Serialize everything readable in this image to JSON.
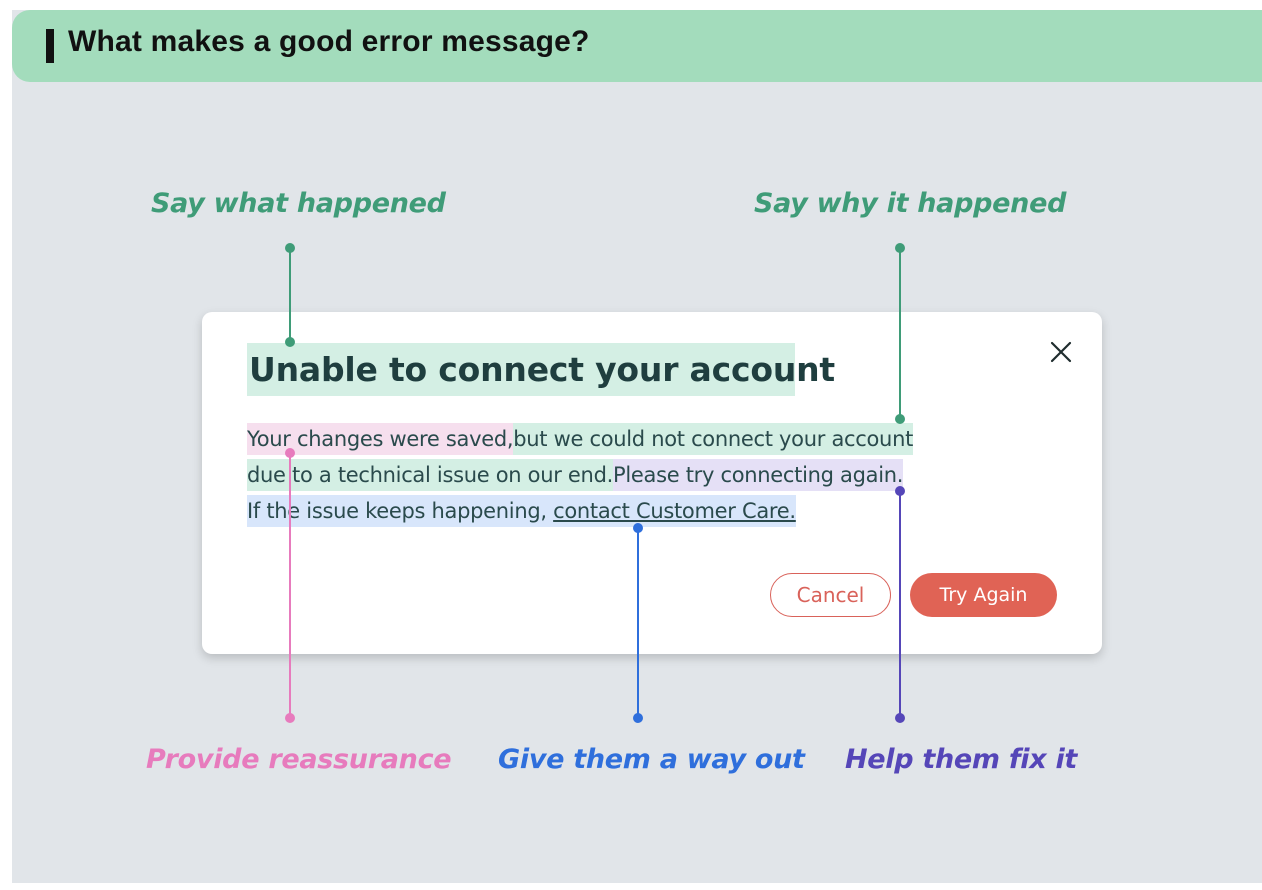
{
  "header": {
    "title": "What makes a good error message?"
  },
  "annotations": {
    "say_what": {
      "text": "Say what happened",
      "color": "#3f9c78"
    },
    "say_why": {
      "text": "Say why it happened",
      "color": "#3f9c78"
    },
    "reassurance": {
      "text": "Provide reassurance",
      "color": "#e77bbd"
    },
    "way_out": {
      "text": "Give them a way out",
      "color": "#2f6fdc"
    },
    "fix_it": {
      "text": "Help them fix it",
      "color": "#5546b8"
    }
  },
  "dialog": {
    "title": "Unable to connect your account",
    "line1_reassure": "Your changes were saved,",
    "line1_why": " but we could not connect your account",
    "line2_why": "due to a technical issue on our end.",
    "line2_fix": " Please try connecting again.",
    "line3_prefix": "If the issue keeps happening, ",
    "line3_link": "contact Customer Care.",
    "cancel_label": "Cancel",
    "try_again_label": "Try Again"
  },
  "colors": {
    "header_bg": "#a3dcbc",
    "panel_bg": "#e1e5e9",
    "highlight_green": "#d4efe4",
    "highlight_pink": "#f6dfee",
    "highlight_lavender": "#e5e0f6",
    "highlight_blue": "#d8e6fb",
    "button_red": "#e06355"
  }
}
